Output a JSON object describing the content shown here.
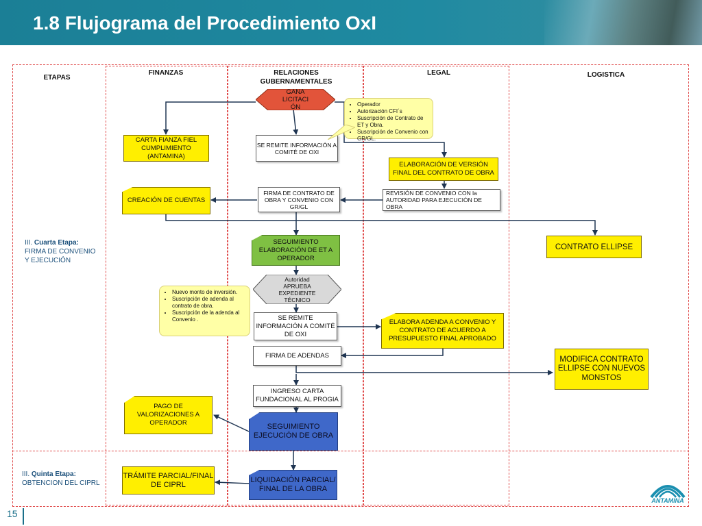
{
  "slide": {
    "title": "1.8 Flujograma del Procedimiento OxI",
    "page_number": "15"
  },
  "lanes": {
    "etapas": "ETAPAS",
    "finanzas": "FINANZAS",
    "relaciones": "RELACIONES GUBERNAMENTALES",
    "legal": "LEGAL",
    "logistica": "LOGISTICA"
  },
  "stages": {
    "cuarta_num": "III.",
    "cuarta_title": "Cuarta Etapa:",
    "cuarta_desc1": "FIRMA DE CONVENIO",
    "cuarta_desc2": "Y EJECUCIÓN",
    "quinta_num": "III.",
    "quinta_title": "Quinta Etapa:",
    "quinta_desc": "OBTENCION DEL CIPRL"
  },
  "nodes": {
    "gana": "GANA LICITACI ÓN",
    "carta_fianza": "CARTA FIANZA FIEL CUMPLIMIENTO (ANTAMINA)",
    "se_remite_1": "SE REMITE INFORMACIÓN A COMITÉ DE OXI",
    "elaboracion_version": "ELABORACIÓN DE VERSIÓN FINAL DEL CONTRATO DE OBRA",
    "creacion_cuentas": "CREACIÓN DE CUENTAS",
    "firma_contrato": "FIRMA DE CONTRATO DE OBRA Y CONVENIO CON GR/GL",
    "revision_convenio": "REVISIÓN DE CONVENIO CON la AUTORIDAD PARA  EJECUCIÓN DE OBRA",
    "contrato_ellipse": "CONTRATO ELLIPSE",
    "seguimiento_et": "SEGUIMIENTO ELABORACIÓN DE ET A OPERADOR",
    "autoridad": "Autoridad APRUEBA EXPEDIENTE TÉCNICO",
    "se_remite_2": "SE REMITE INFORMACIÓN  A COMITÉ DE OXI",
    "elabora_adenda": "ELABORA ADENDA A CONVENIO Y CONTRATO DE ACUERDO A PRESUPUESTO FINAL APROBADO",
    "firma_adendas": "FIRMA DE ADENDAS",
    "modifica_ellipse": "MODIFICA CONTRATO ELLIPSE CON NUEVOS MONSTOS",
    "ingreso_carta": "INGRESO CARTA FUNDACIONAL AL PROGIA",
    "pago_valorizaciones": "PAGO DE VALORIZACIONES A OPERADOR",
    "seguimiento_obra": "SEGUIMIENTO EJECUCIÓN DE OBRA",
    "tramite_ciprl": "TRÁMITE PARCIAL/FINAL DE CIPRL",
    "liquidacion": "LIQUIDACIÓN PARCIAL/ FINAL DE LA OBRA"
  },
  "notes": {
    "top": [
      "Operador",
      "Autorización CFI´s",
      "Suscripción de Contrato de ET y Obra.",
      "Suscripción de Convenio con GR/GL."
    ],
    "middle": [
      "Nuevo monto de inversión.",
      "Suscripción de adenda al contrato de obra.",
      "Suscripción de la adenda al Convenio ."
    ]
  },
  "logo": {
    "text": "ANTAMINA"
  },
  "colors": {
    "header": "#1b7f96",
    "yellow": "#ffef00",
    "green": "#7fc043",
    "blue": "#3f68c9",
    "gray_hex": "#d9d9d9",
    "red_hex": "#e2543a",
    "arrow": "#1f3552",
    "dash_border": "#e04b4b"
  }
}
